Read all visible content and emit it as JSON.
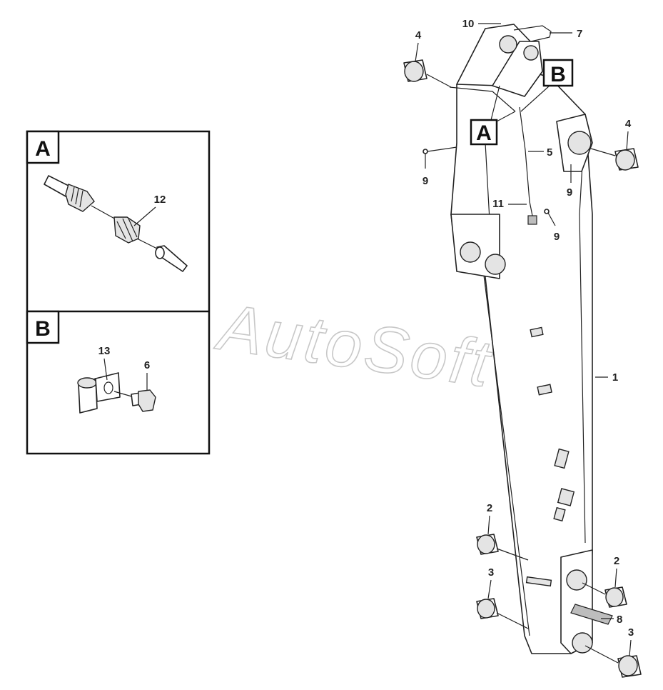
{
  "watermark": "AutoSoft",
  "details": [
    {
      "letter": "A"
    },
    {
      "letter": "B"
    }
  ],
  "callouts": {
    "main": [
      "1",
      "2",
      "2",
      "3",
      "3",
      "4",
      "4",
      "5",
      "7",
      "8",
      "9",
      "9",
      "9",
      "10",
      "11"
    ],
    "detail_a": [
      "12"
    ],
    "detail_b": [
      "13",
      "6"
    ]
  },
  "markers": {
    "a": "A",
    "b": "B"
  }
}
